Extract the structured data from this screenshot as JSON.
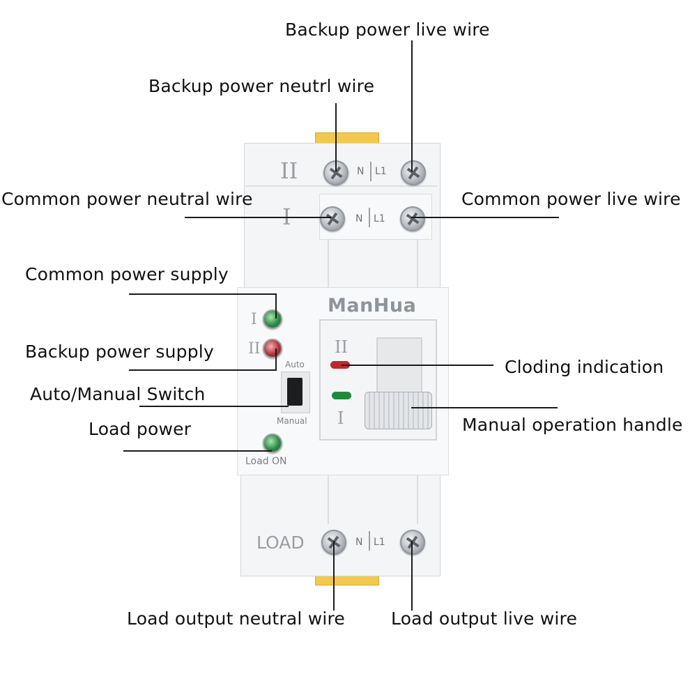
{
  "labels": {
    "backup_power_live_wire": "Backup power live wire",
    "backup_power_neutral_wire": "Backup power neutrl wire",
    "common_power_neutral_wire": "Common power neutral wire",
    "common_power_live_wire": "Common power live wire",
    "common_power_supply": "Common power supply",
    "backup_power_supply": "Backup power supply",
    "auto_manual_switch": "Auto/Manual Switch",
    "load_power": "Load power",
    "closing_indication": "Cloding indication",
    "manual_operation_handle": "Manual operation handle",
    "load_output_neutral_wire": "Load output neutral wire",
    "load_output_live_wire": "Load output live wire"
  },
  "device": {
    "brand": "ManHua",
    "terminal_top_mark": "II",
    "terminal_mid_mark": "I",
    "terminal_bottom_mark": "LOAD",
    "terminal_n": "N",
    "terminal_l1": "L1",
    "led_common_mark": "I",
    "led_backup_mark": "II",
    "switch_auto": "Auto",
    "switch_manual": "Manual",
    "load_on": "Load ON",
    "window_mark_top": "II",
    "window_mark_bottom": "I"
  },
  "colors": {
    "rail": "#f2c94c",
    "led_green": "#2f8a44",
    "led_red": "#b0343a",
    "indicator_red": "#c0282d",
    "indicator_green": "#1f8a3a"
  }
}
